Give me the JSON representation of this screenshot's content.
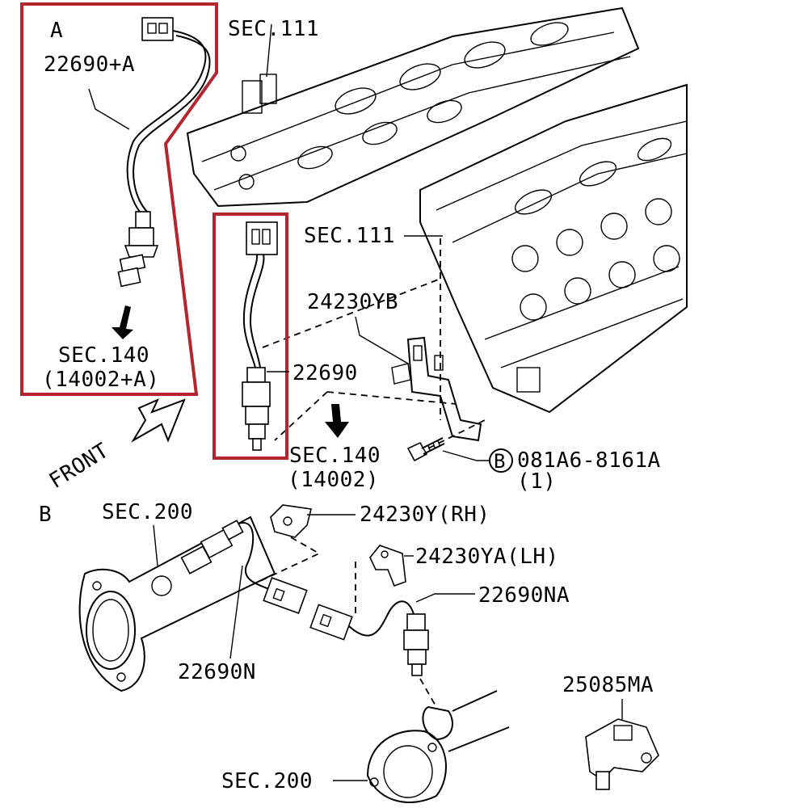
{
  "colors": {
    "highlight": "#b3262e",
    "ink": "#000000",
    "paper": "#ffffff"
  },
  "views": {
    "a": "A",
    "b": "B"
  },
  "direction_label": "FRONT",
  "labels": {
    "sec111_top": "SEC.111",
    "sec111_mid": "SEC.111",
    "sensor_a_part": "22690+A",
    "sec140_a": "SEC.140",
    "sec140_a_ref": "(14002+A)",
    "bracket_yb": "24230YB",
    "sensor_main": "22690",
    "sec140": "SEC.140",
    "sec140_ref": "(14002)",
    "bolt_symbol": "B",
    "bolt_part": "081A6-8161A",
    "bolt_qty": "(1)",
    "sec200_top": "SEC.200",
    "clip_rh": "24230Y(RH)",
    "clip_lh": "24230YA(LH)",
    "sensor_na": "22690NA",
    "sensor_n": "22690N",
    "sensor_knock": "25085MA",
    "sec200_bottom": "SEC.200"
  }
}
